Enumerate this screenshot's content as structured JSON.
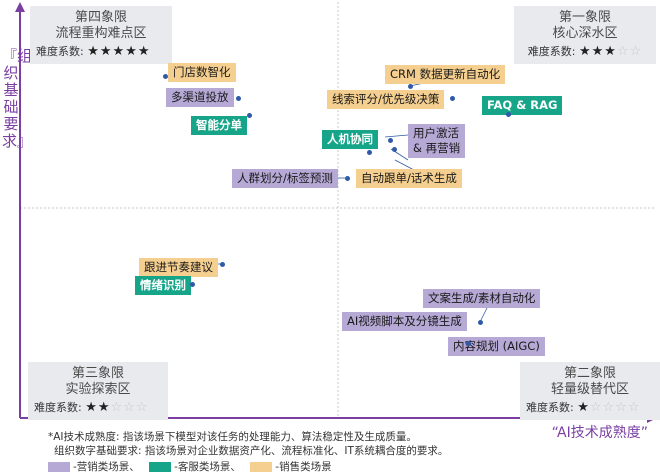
{
  "quadrants": {
    "q4": {
      "title": "第四象限",
      "subtitle": "流程重构难点区",
      "difficulty_label": "难度系数:",
      "stars_filled": 5,
      "stars_total": 5
    },
    "q1": {
      "title": "第一象限",
      "subtitle": "核心深水区",
      "difficulty_label": "难度系数:",
      "stars_filled": 3,
      "stars_total": 5
    },
    "q3": {
      "title": "第三象限",
      "subtitle": "实验探索区",
      "difficulty_label": "难度系数:",
      "stars_filled": 2,
      "stars_total": 5
    },
    "q2": {
      "title": "第二象限",
      "subtitle": "轻量级替代区",
      "difficulty_label": "难度系数:",
      "stars_filled": 1,
      "stars_total": 5
    }
  },
  "axes": {
    "y_label": "『组织基础要求』",
    "x_label": "“AI技术成熟度”"
  },
  "tags": {
    "t1": "门店数智化",
    "t2": "多渠道投放",
    "t3": "智能分单",
    "t4": "CRM 数据更新自动化",
    "t5": "线索评分/优先级决策",
    "t6": "FAQ & RAG",
    "t7": "人机协同",
    "t8a": "用户激活",
    "t8b": "& 再营销",
    "t9": "人群划分/标签预测",
    "t10": "自动跟单/话术生成",
    "t11": "跟进节奏建议",
    "t12": "情绪识别",
    "t13": "文案生成/素材自动化",
    "t14": "AI视频脚本及分镜生成",
    "t15": "内容规划 (AIGC)"
  },
  "notes": {
    "line1": "*AI技术成熟度: 指该场景下模型对该任务的处理能力、算法稳定性及生成质量。",
    "line2": "组织数字基础要求: 指该场景对企业数据资产化、流程标准化、IT系统耦合度的要求。"
  },
  "legend": {
    "marketing": "-营销类场景、",
    "service": "-客服类场景、",
    "sales": "-销售类场景"
  },
  "colors": {
    "marketing": "#b6a9d6",
    "service": "#17a589",
    "sales": "#f5cf8f",
    "axis": "#7a3fa3",
    "dot": "#2f5aa8"
  },
  "icons": {
    "star_filled": "★",
    "star_empty": "☆"
  }
}
